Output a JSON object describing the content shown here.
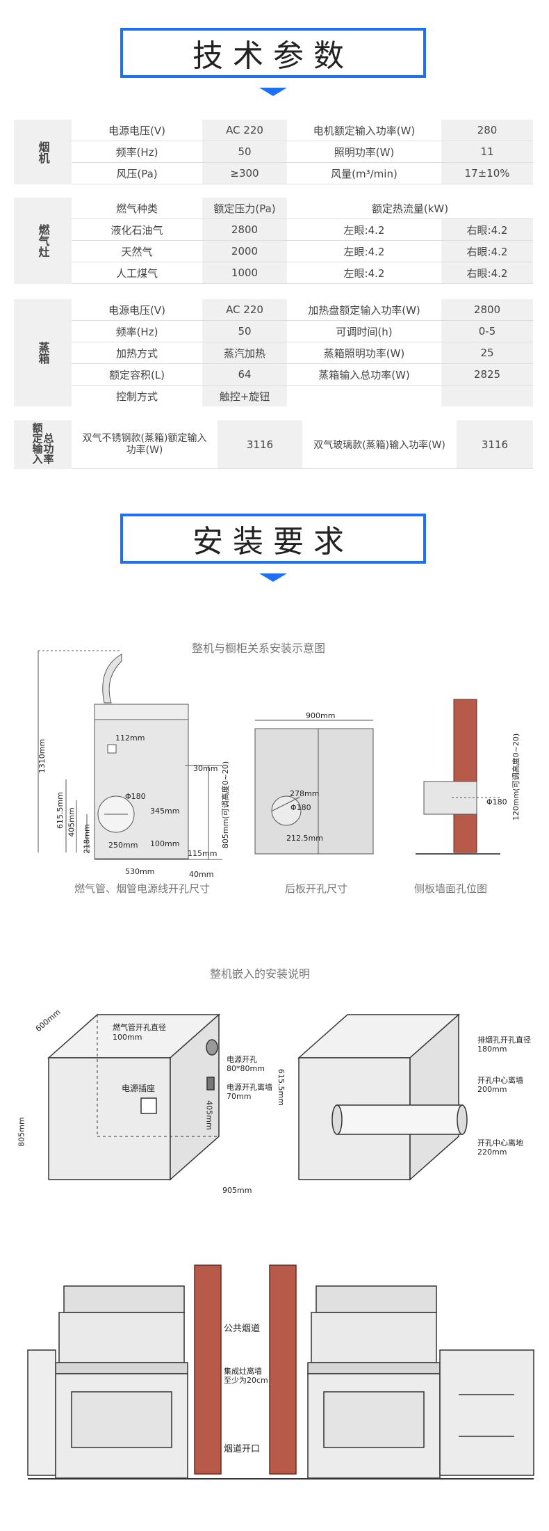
{
  "section1_title": "技术参数",
  "section2_title": "安装要求",
  "hood": {
    "category": "烟机",
    "rows": [
      [
        "电源电压(V)",
        "AC 220",
        "电机额定输入功率(W)",
        "280"
      ],
      [
        "频率(Hz)",
        "50",
        "照明功率(W)",
        "11"
      ],
      [
        "风压(Pa)",
        "≥300",
        "风量(m³/min)",
        "17±10%"
      ]
    ]
  },
  "stove": {
    "category": "燃气灶",
    "header": [
      "燃气种类",
      "额定压力(Pa)",
      "额定热流量(kW)"
    ],
    "rows": [
      [
        "液化石油气",
        "2800",
        "左眼:4.2",
        "右眼:4.2"
      ],
      [
        "天然气",
        "2000",
        "左眼:4.2",
        "右眼:4.2"
      ],
      [
        "人工煤气",
        "1000",
        "左眼:4.2",
        "右眼:4.2"
      ]
    ]
  },
  "steamer": {
    "category": "蒸箱",
    "rows": [
      [
        "电源电压(V)",
        "AC 220",
        "加热盘额定输入功率(W)",
        "2800"
      ],
      [
        "频率(Hz)",
        "50",
        "可调时间(h)",
        "0-5"
      ],
      [
        "加热方式",
        "蒸汽加热",
        "蒸箱照明功率(W)",
        "25"
      ],
      [
        "额定容积(L)",
        "64",
        "蒸箱输入总功率(W)",
        "2825"
      ],
      [
        "控制方式",
        "触控+旋钮",
        "",
        ""
      ]
    ]
  },
  "total": {
    "category_a": "额定输入",
    "category_b": "总功率",
    "label1": "双气不锈钢款(蒸箱)额定输入功率(W)",
    "value1": "3116",
    "label2": "双气玻璃款(蒸箱)输入功率(W)",
    "value2": "3116"
  },
  "diagram1": {
    "title": "整机与橱柜关系安装示意图",
    "caption1": "燃气管、烟管电源线开孔尺寸",
    "caption2": "后板开孔尺寸",
    "caption3": "侧板墙面孔位图",
    "dims": {
      "h1310": "1310mm",
      "w112": "112mm",
      "d30": "30mm",
      "phi180": "Φ180",
      "h615": "615.5mm",
      "h405": "405mm",
      "h345": "345mm",
      "h218": "218mm",
      "w250": "250mm",
      "w100": "100mm",
      "w115": "115mm",
      "w530": "530mm",
      "w40": "40mm",
      "h805adj": "805mm(可调高度0~20)",
      "w900": "900mm",
      "h278": "278mm",
      "phi180b": "Φ180",
      "h212": "212.5mm",
      "phi180c": "Φ180",
      "h120adj": "120mm(可调高度0~20)"
    }
  },
  "diagram2": {
    "title": "整机嵌入的安装说明",
    "left": {
      "d600": "600mm",
      "gas_hole": "燃气管开孔直径",
      "gas_hole_val": "100mm",
      "socket": "电源插座",
      "power_hole": "电源开孔",
      "power_hole_val": "80*80mm",
      "power_wall": "电源开孔离墙",
      "power_wall_val": "70mm",
      "h405": "405mm",
      "h615": "615.5mm",
      "h805": "805mm",
      "w905": "905mm"
    },
    "right": {
      "exhaust": "排烟孔开孔直径",
      "exhaust_val": "180mm",
      "center_wall": "开孔中心离墙",
      "center_wall_val": "200mm",
      "center_floor": "开孔中心离地",
      "center_floor_val": "220mm"
    }
  },
  "diagram3": {
    "flue": "公共烟道",
    "distance": "集成灶离墙",
    "distance2": "至少为20cm",
    "opening": "烟道开口"
  }
}
